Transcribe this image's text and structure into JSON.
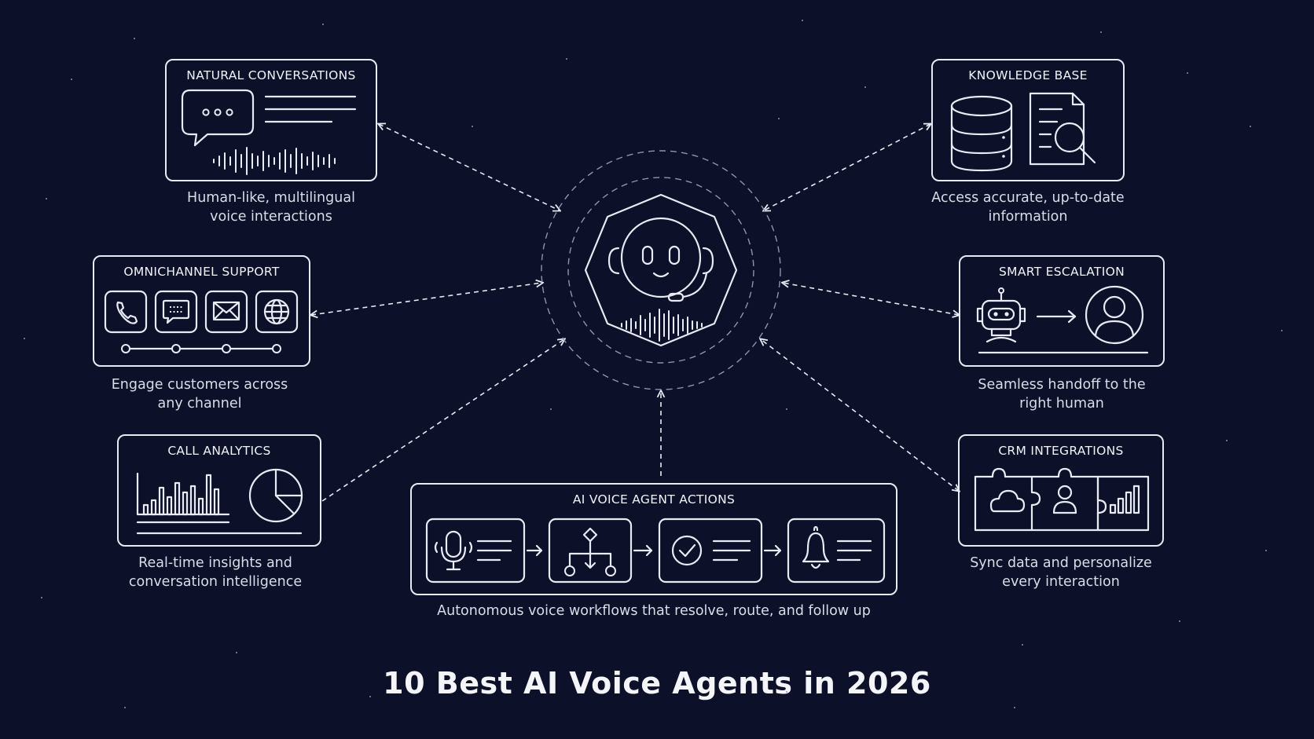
{
  "title": "10 Best AI Voice Agents in 2026",
  "colors": {
    "background": "#0c1029",
    "line": "#e8ebf3"
  },
  "hub": {
    "icon": "robot-headset-icon"
  },
  "cards": {
    "natural": {
      "title": "NATURAL CONVERSATIONS",
      "caption_lines": [
        "Human-like, multilingual",
        "voice interactions"
      ],
      "icons": [
        "chat-bubble-icon",
        "soundwave-icon"
      ]
    },
    "knowledge": {
      "title": "KNOWLEDGE BASE",
      "caption_lines": [
        "Access accurate, up-to-date",
        "information"
      ],
      "icons": [
        "database-icon",
        "document-search-icon"
      ]
    },
    "omni": {
      "title": "OMNICHANNEL SUPPORT",
      "caption_lines": [
        "Engage customers across",
        "any channel"
      ],
      "icons": [
        "phone-icon",
        "chat-icon",
        "mail-icon",
        "globe-icon"
      ]
    },
    "escalation": {
      "title": "SMART ESCALATION",
      "caption_lines": [
        "Seamless handoff to the",
        "right human"
      ],
      "icons": [
        "robot-icon",
        "arrow-right-icon",
        "person-icon"
      ]
    },
    "analytics": {
      "title": "CALL ANALYTICS",
      "caption_lines": [
        "Real-time insights and",
        "conversation intelligence"
      ],
      "icons": [
        "bar-chart-icon",
        "pie-chart-icon"
      ]
    },
    "crm": {
      "title": "CRM INTEGRATIONS",
      "caption_lines": [
        "Sync data and personalize",
        "every interaction"
      ],
      "icons": [
        "cloud-icon",
        "person-icon",
        "bar-chart-icon"
      ]
    },
    "actions": {
      "title": "AI VOICE AGENT ACTIONS",
      "caption_lines": [
        "Autonomous voice workflows that resolve, route, and follow up"
      ],
      "steps": [
        "microphone-icon",
        "flow-branch-icon",
        "check-circle-icon",
        "bell-icon"
      ]
    }
  }
}
